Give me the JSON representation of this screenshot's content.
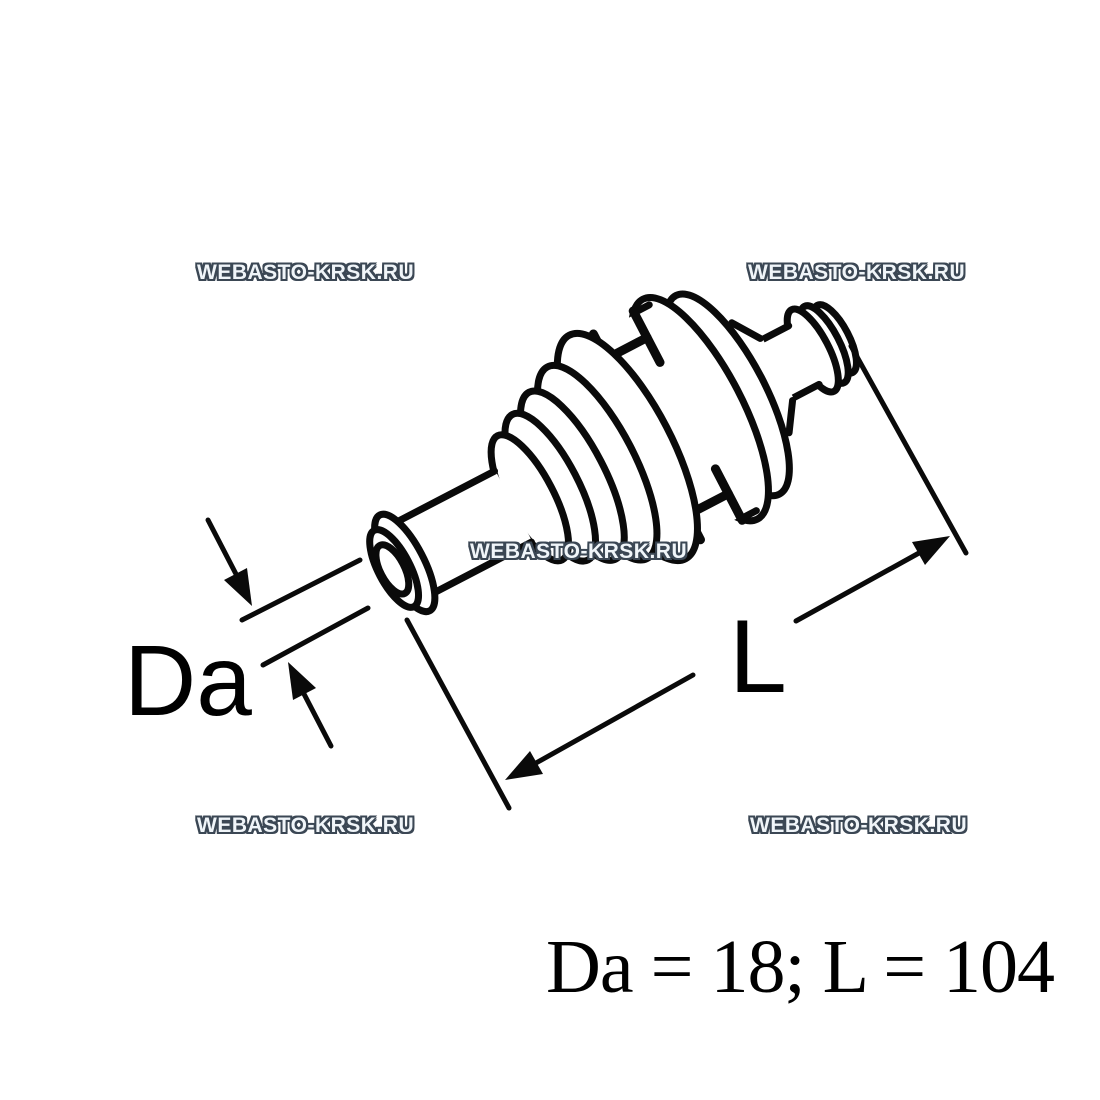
{
  "diagram": {
    "title": "hose-connector-dimension-drawing",
    "label_da": "Da",
    "label_l": "L",
    "caption": "Da = 18; L = 104",
    "values": {
      "Da": "18",
      "L": "104"
    },
    "line_color": "#0a0a0a",
    "background": "#ffffff"
  },
  "watermark": {
    "text": "WEBASTO-KRSK.RU",
    "text_color": "#f0f5f9",
    "outline_color": "#3b4754"
  }
}
